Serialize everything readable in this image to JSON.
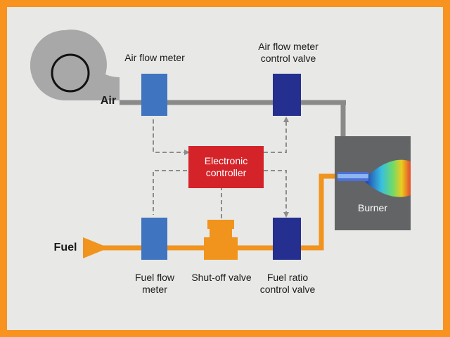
{
  "labels": {
    "air": "Air",
    "air_flow_meter": "Air flow meter",
    "air_flow_meter_control_valve": "Air flow meter\ncontrol valve",
    "electronic_controller": "Electronic\ncontroller",
    "burner": "Burner",
    "fuel": "Fuel",
    "fuel_flow_meter": "Fuel flow\nmeter",
    "shut_off_valve": "Shut-off valve",
    "fuel_ratio_control_valve": "Fuel ratio\ncontrol valve"
  },
  "colors": {
    "frame": "#f7931e",
    "background": "#e8e8e6",
    "air_pipe": "#8a8a8a",
    "fuel_pipe": "#f0941e",
    "meter_blue": "#3f74c0",
    "valve_navy": "#252f8f",
    "controller_red": "#d5232a",
    "burner_gray": "#636466",
    "signal_dashed": "#8c8c8c"
  }
}
